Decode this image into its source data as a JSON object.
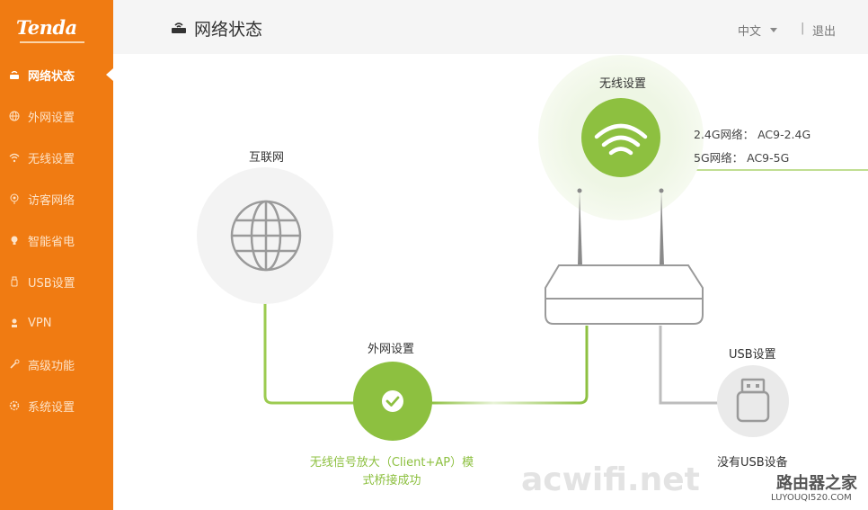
{
  "brand": {
    "logo": "Tenda"
  },
  "sidebar": {
    "items": [
      {
        "label": "网络状态",
        "icon": "router-icon",
        "active": true
      },
      {
        "label": "外网设置",
        "icon": "globe-icon"
      },
      {
        "label": "无线设置",
        "icon": "wifi-icon"
      },
      {
        "label": "访客网络",
        "icon": "guest-icon"
      },
      {
        "label": "智能省电",
        "icon": "bulb-icon"
      },
      {
        "label": "USB设置",
        "icon": "usb-icon"
      },
      {
        "label": "VPN",
        "icon": "vpn-icon"
      },
      {
        "label": "高级功能",
        "icon": "wrench-icon"
      },
      {
        "label": "系统设置",
        "icon": "gear-icon"
      }
    ]
  },
  "header": {
    "title": "网络状态",
    "language": "中文",
    "separator": "|",
    "logout": "退出"
  },
  "diagram": {
    "internet": {
      "label": "互联网"
    },
    "wan": {
      "label": "外网设置",
      "status": "无线信号放大（Client+AP）模",
      "status_line2": "式桥接成功"
    },
    "wireless": {
      "label": "无线设置",
      "net24_label": "2.4G网络：",
      "net24_value": "AC9-2.4G",
      "net5_label": "5G网络：",
      "net5_value": "AC9-5G"
    },
    "usb": {
      "label": "USB设置",
      "status": "没有USB设备"
    }
  },
  "watermarks": {
    "site": "acwifi.net",
    "brand_cn": "路由器之家",
    "brand_url": "LUYOUQI520.COM"
  },
  "colors": {
    "sidebar": "#f07b12",
    "accent_green": "#8dc040",
    "line_gray": "#bdbdbd"
  }
}
